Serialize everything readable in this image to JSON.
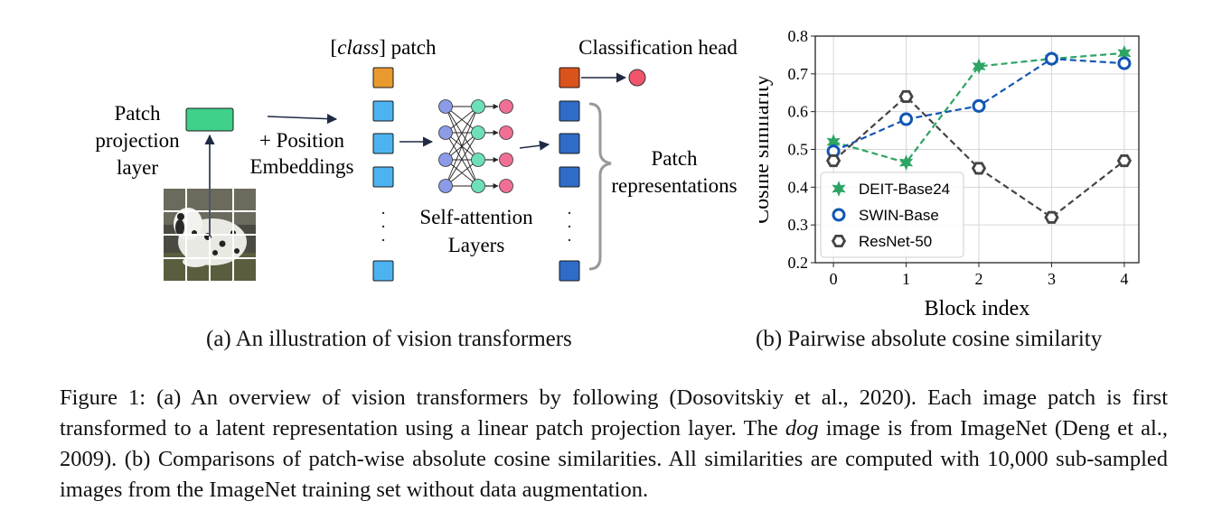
{
  "figure_a": {
    "class_patch_label": "patch",
    "class_patch_label_italic": "class",
    "classification_head_label": "Classification head",
    "patch_projection_lines": [
      "Patch",
      "projection",
      "layer"
    ],
    "position_embeddings_lines": [
      "+ Position",
      "Embeddings"
    ],
    "self_attention_lines": [
      "Self-attention",
      "Layers"
    ],
    "patch_representations_lines": [
      "Patch",
      "representations"
    ],
    "dog_image_description": "dog",
    "colors": {
      "class_token_input": "#e89a2e",
      "class_token_output": "#d9531b",
      "patch_token_input": "#4db3f0",
      "patch_token_output": "#2e6cc7",
      "projection": "#3fd08a",
      "attn_left": "#8c9be8",
      "attn_mid": "#6de0b8",
      "attn_right": "#f06f95",
      "head_node": "#f2546b"
    }
  },
  "subcaption_a": "(a) An illustration of vision transformers",
  "subcaption_b": "(b) Pairwise absolute cosine similarity",
  "chart_data": {
    "type": "line",
    "xlabel": "Block index",
    "ylabel": "Cosine similarity",
    "x": [
      0,
      1,
      2,
      3,
      4
    ],
    "xlim": [
      -0.25,
      4.2
    ],
    "ylim": [
      0.2,
      0.8
    ],
    "xticks": [
      "0",
      "1",
      "2",
      "3",
      "4"
    ],
    "yticks": [
      "0.2",
      "0.3",
      "0.4",
      "0.5",
      "0.6",
      "0.7",
      "0.8"
    ],
    "grid": true,
    "legend_position": "lower-left",
    "series": [
      {
        "name": "DEIT-Base24",
        "values": [
          0.52,
          0.465,
          0.72,
          0.74,
          0.755
        ],
        "color": "#2ca462",
        "marker": "star"
      },
      {
        "name": "SWIN-Base",
        "values": [
          0.495,
          0.58,
          0.615,
          0.74,
          0.728
        ],
        "color": "#1356b4",
        "marker": "circle"
      },
      {
        "name": "ResNet-50",
        "values": [
          0.47,
          0.64,
          0.45,
          0.32,
          0.47
        ],
        "color": "#444444",
        "marker": "hexagon"
      }
    ]
  },
  "caption": {
    "label": "Figure 1:",
    "part1": "(a) An overview of vision transformers by following (Dosovitskiy et al., 2020). Each image patch is first transformed to a latent representation using a linear patch projection layer. The ",
    "italic": "dog",
    "part2": " image is from ImageNet (Deng et al., 2009). (b) Comparisons of patch-wise absolute cosine similarities. All similarities are computed with 10,000 sub-sampled images from the ImageNet training set without data augmentation."
  }
}
